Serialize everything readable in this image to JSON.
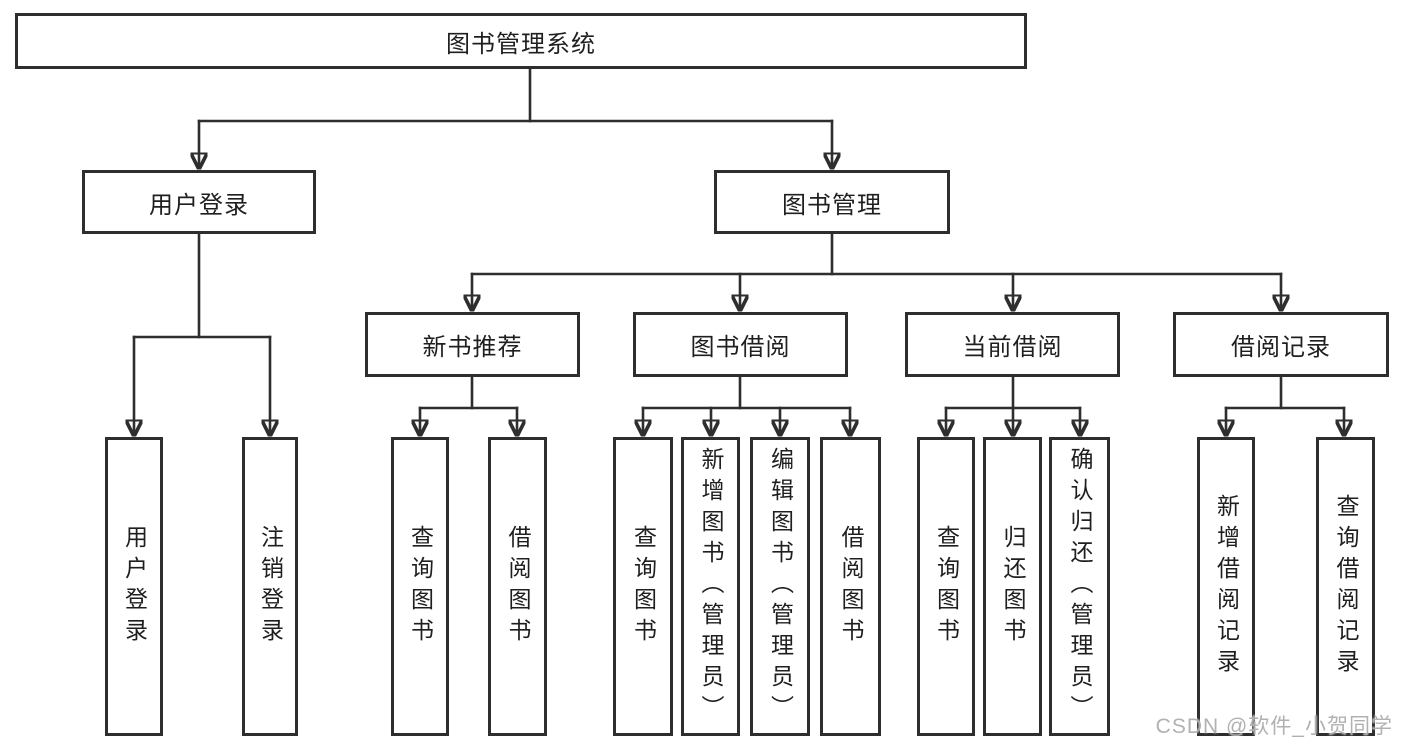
{
  "diagram_title": "图书管理系统",
  "tree": {
    "root": {
      "label": "图书管理系统"
    },
    "branches": [
      {
        "label": "用户登录",
        "children": [
          {
            "label": "用户登录"
          },
          {
            "label": "注销登录"
          }
        ]
      },
      {
        "label": "图书管理",
        "children": [
          {
            "label": "新书推荐",
            "children": [
              {
                "label": "查询图书"
              },
              {
                "label": "借阅图书"
              }
            ]
          },
          {
            "label": "图书借阅",
            "children": [
              {
                "label": "查询图书"
              },
              {
                "label": "新增图书（管理员）"
              },
              {
                "label": "编辑图书（管理员）"
              },
              {
                "label": "借阅图书"
              }
            ]
          },
          {
            "label": "当前借阅",
            "children": [
              {
                "label": "查询图书"
              },
              {
                "label": "归还图书"
              },
              {
                "label": "确认归还（管理员）"
              }
            ]
          },
          {
            "label": "借阅记录",
            "children": [
              {
                "label": "新增借阅记录"
              },
              {
                "label": "查询借阅记录"
              }
            ]
          }
        ]
      }
    ]
  },
  "watermark": "CSDN @软件_小贺同学",
  "colors": {
    "line": "#2e2e2e",
    "text": "#1f1f1f",
    "box_background": "#ffffff",
    "watermark": "#aaaaaa",
    "background": "#ffffff"
  }
}
